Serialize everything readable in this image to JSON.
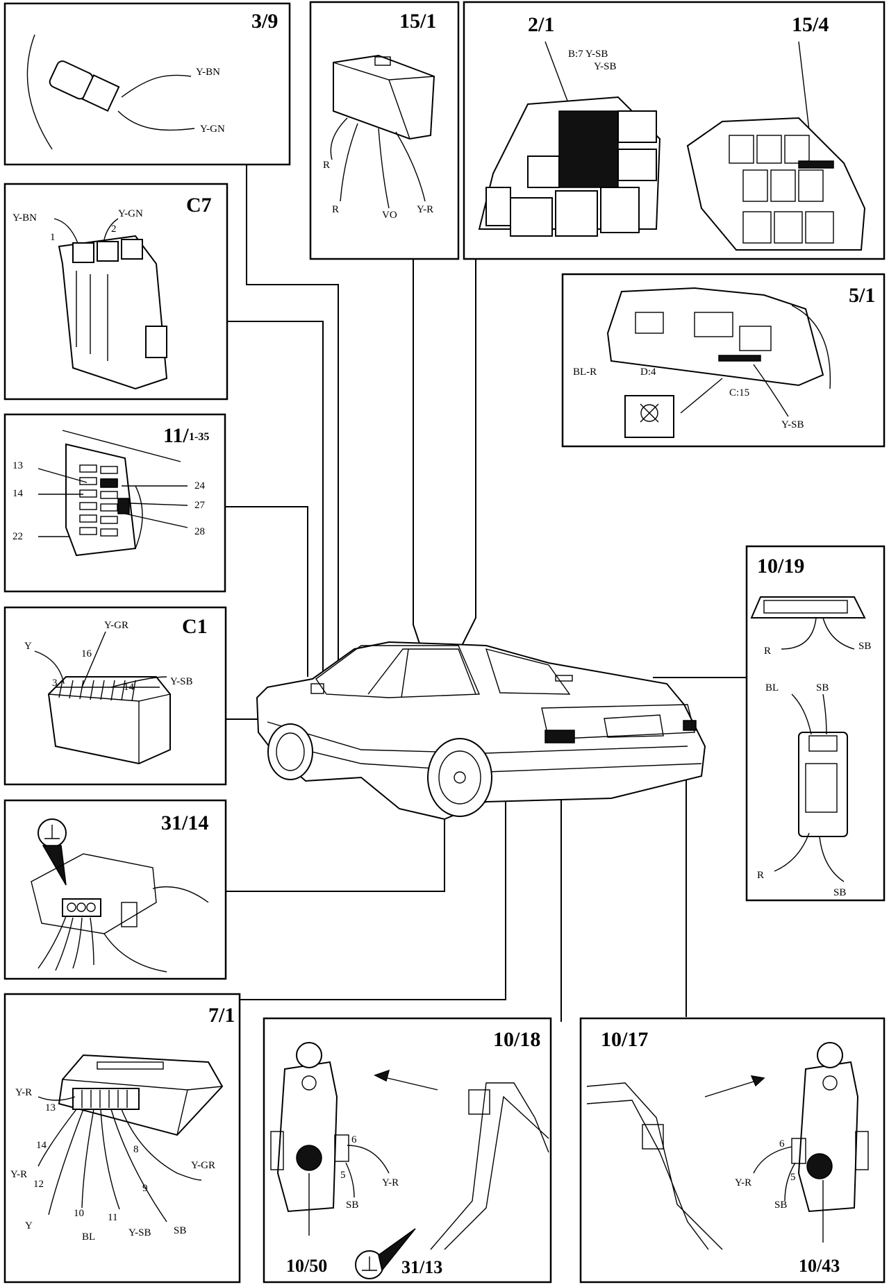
{
  "panels": {
    "p3_9": {
      "title": "3/9",
      "labels": [
        {
          "key": "y_bn",
          "text": "Y-BN"
        },
        {
          "key": "y_gn",
          "text": "Y-GN"
        }
      ]
    },
    "p15_1": {
      "title": "15/1",
      "labels": [
        {
          "key": "r1",
          "text": "R"
        },
        {
          "key": "r2",
          "text": "R"
        },
        {
          "key": "vo",
          "text": "VO"
        },
        {
          "key": "y_r",
          "text": "Y-R"
        }
      ]
    },
    "p2_1": {
      "title": "2/1",
      "labels": [
        {
          "key": "b7",
          "text": "B:7 Y-SB"
        },
        {
          "key": "ysb",
          "text": "Y-SB"
        }
      ]
    },
    "p15_4": {
      "title": "15/4"
    },
    "pC7": {
      "title": "C7",
      "labels": [
        {
          "key": "y_bn",
          "text": "Y-BN"
        },
        {
          "key": "y_gn",
          "text": "Y-GN"
        },
        {
          "key": "n1",
          "text": "1"
        },
        {
          "key": "n2",
          "text": "2"
        }
      ]
    },
    "p5_1": {
      "title": "5/1",
      "labels": [
        {
          "key": "bl_r",
          "text": "BL-R"
        },
        {
          "key": "d4",
          "text": "D:4"
        },
        {
          "key": "c15",
          "text": "C:15"
        },
        {
          "key": "y_sb",
          "text": "Y-SB"
        }
      ]
    },
    "p11": {
      "title": "11/",
      "title_sub": "1-35",
      "labels": [
        {
          "key": "n13",
          "text": "13"
        },
        {
          "key": "n14",
          "text": "14"
        },
        {
          "key": "n22",
          "text": "22"
        },
        {
          "key": "n24",
          "text": "24"
        },
        {
          "key": "n27",
          "text": "27"
        },
        {
          "key": "n28",
          "text": "28"
        }
      ]
    },
    "p10_19": {
      "title": "10/19",
      "labels": [
        {
          "key": "r_top",
          "text": "R"
        },
        {
          "key": "sb_top",
          "text": "SB"
        },
        {
          "key": "bl",
          "text": "BL"
        },
        {
          "key": "sb_mid",
          "text": "SB"
        },
        {
          "key": "r_bot",
          "text": "R"
        },
        {
          "key": "sb_bot",
          "text": "SB"
        }
      ]
    },
    "pC1": {
      "title": "C1",
      "labels": [
        {
          "key": "y",
          "text": "Y"
        },
        {
          "key": "y_gr",
          "text": "Y-GR"
        },
        {
          "key": "n16",
          "text": "16"
        },
        {
          "key": "n3",
          "text": "3"
        },
        {
          "key": "n14",
          "text": "14"
        },
        {
          "key": "y_sb",
          "text": "Y-SB"
        }
      ]
    },
    "p31_14": {
      "title": "31/14"
    },
    "p7_1": {
      "title": "7/1",
      "labels": [
        {
          "key": "y_r1",
          "text": "Y-R"
        },
        {
          "key": "n13",
          "text": "13"
        },
        {
          "key": "n14",
          "text": "14"
        },
        {
          "key": "y_r2",
          "text": "Y-R"
        },
        {
          "key": "n12",
          "text": "12"
        },
        {
          "key": "y",
          "text": "Y"
        },
        {
          "key": "n10",
          "text": "10"
        },
        {
          "key": "bl",
          "text": "BL"
        },
        {
          "key": "n11",
          "text": "11"
        },
        {
          "key": "y_sb",
          "text": "Y-SB"
        },
        {
          "key": "n9",
          "text": "9"
        },
        {
          "key": "sb",
          "text": "SB"
        },
        {
          "key": "n8",
          "text": "8"
        },
        {
          "key": "y_gr",
          "text": "Y-GR"
        }
      ]
    },
    "p10_18": {
      "title": "10/18",
      "labels": [
        {
          "key": "n6",
          "text": "6"
        },
        {
          "key": "n5",
          "text": "5"
        },
        {
          "key": "y_r",
          "text": "Y-R"
        },
        {
          "key": "sb",
          "text": "SB"
        },
        {
          "key": "ref1",
          "text": "10/50"
        },
        {
          "key": "ref2",
          "text": "31/13"
        }
      ]
    },
    "p10_17": {
      "title": "10/17",
      "labels": [
        {
          "key": "n6",
          "text": "6"
        },
        {
          "key": "n5",
          "text": "5"
        },
        {
          "key": "y_r",
          "text": "Y-R"
        },
        {
          "key": "sb",
          "text": "SB"
        },
        {
          "key": "ref1",
          "text": "10/43"
        }
      ]
    }
  }
}
